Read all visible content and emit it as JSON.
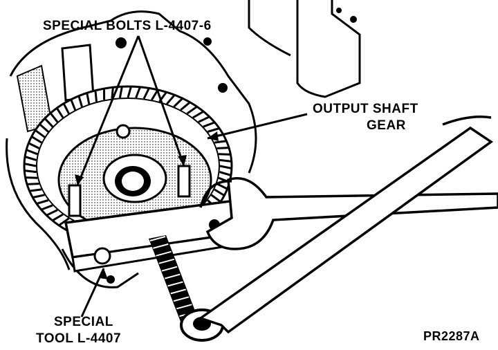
{
  "labels": {
    "special_bolts": "SPECIAL BOLTS L-4407-6",
    "output_shaft_gear_line1": "OUTPUT SHAFT",
    "output_shaft_gear_line2": "GEAR",
    "special_tool_line1": "SPECIAL",
    "special_tool_line2": "TOOL L-4407",
    "figure_id": "PR2287A"
  },
  "colors": {
    "ink": "#000000",
    "paper": "#ffffff"
  }
}
